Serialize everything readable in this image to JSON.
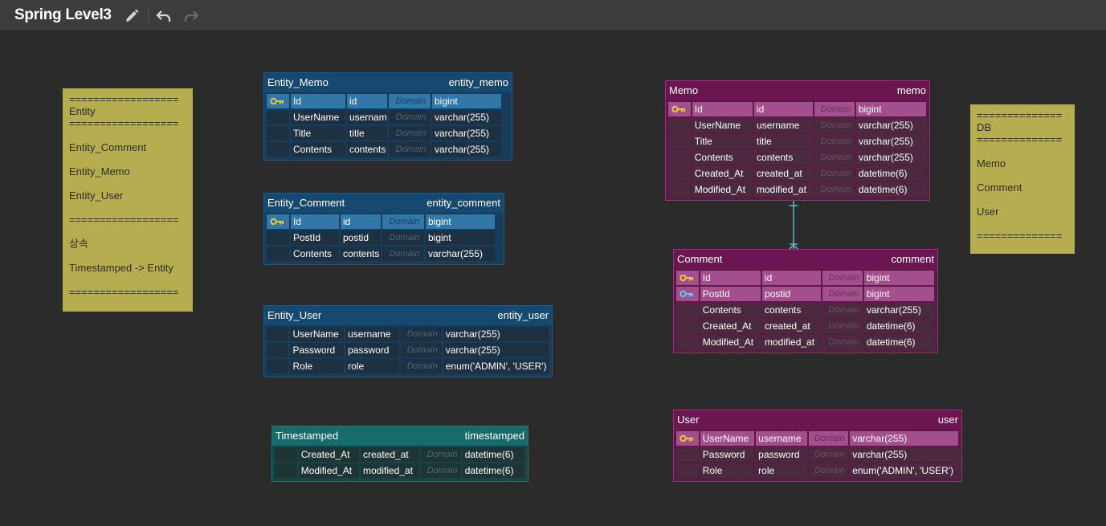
{
  "app": {
    "title": "Spring Level3"
  },
  "notes": {
    "entity": {
      "lines": [
        "==================",
        "Entity",
        "==================",
        "",
        "Entity_Comment",
        "",
        "Entity_Memo",
        "",
        "Entity_User",
        "",
        "==================",
        "",
        "상속",
        "",
        "Timestamped -> Entity",
        "",
        "=================="
      ]
    },
    "db": {
      "lines": [
        "==============",
        "DB",
        "==============",
        "",
        "Memo",
        "",
        "Comment",
        "",
        "User",
        "",
        "=============="
      ]
    }
  },
  "tables": {
    "entity_memo": {
      "name": "Entity_Memo",
      "alias": "entity_memo",
      "rows": [
        {
          "field": "Id",
          "column": "id",
          "domain": "Domain",
          "type": "bigint"
        },
        {
          "field": "UserName",
          "column": "username",
          "domain": "Domain",
          "type": "varchar(255)"
        },
        {
          "field": "Title",
          "column": "title",
          "domain": "Domain",
          "type": "varchar(255)"
        },
        {
          "field": "Contents",
          "column": "contents",
          "domain": "Domain",
          "type": "varchar(255)"
        }
      ]
    },
    "entity_comment": {
      "name": "Entity_Comment",
      "alias": "entity_comment",
      "rows": [
        {
          "field": "Id",
          "column": "id",
          "domain": "Domain",
          "type": "bigint"
        },
        {
          "field": "PostId",
          "column": "postid",
          "domain": "Domain",
          "type": "bigint"
        },
        {
          "field": "Contents",
          "column": "contents",
          "domain": "Domain",
          "type": "varchar(255)"
        }
      ]
    },
    "entity_user": {
      "name": "Entity_User",
      "alias": "entity_user",
      "rows": [
        {
          "field": "UserName",
          "column": "username",
          "domain": "Domain",
          "type": "varchar(255)"
        },
        {
          "field": "Password",
          "column": "password",
          "domain": "Domain",
          "type": "varchar(255)"
        },
        {
          "field": "Role",
          "column": "role",
          "domain": "Domain",
          "type": "enum('ADMIN', 'USER')"
        }
      ]
    },
    "timestamped": {
      "name": "Timestamped",
      "alias": "timestamped",
      "rows": [
        {
          "field": "Created_At",
          "column": "created_at",
          "domain": "Domain",
          "type": "datetime(6)"
        },
        {
          "field": "Modified_At",
          "column": "modified_at",
          "domain": "Domain",
          "type": "datetime(6)"
        }
      ]
    },
    "memo": {
      "name": "Memo",
      "alias": "memo",
      "rows": [
        {
          "field": "Id",
          "column": "id",
          "domain": "Domain",
          "type": "bigint"
        },
        {
          "field": "UserName",
          "column": "username",
          "domain": "Domain",
          "type": "varchar(255)"
        },
        {
          "field": "Title",
          "column": "title",
          "domain": "Domain",
          "type": "varchar(255)"
        },
        {
          "field": "Contents",
          "column": "contents",
          "domain": "Domain",
          "type": "varchar(255)"
        },
        {
          "field": "Created_At",
          "column": "created_at",
          "domain": "Domain",
          "type": "datetime(6)"
        },
        {
          "field": "Modified_At",
          "column": "modified_at",
          "domain": "Domain",
          "type": "datetime(6)"
        }
      ]
    },
    "comment": {
      "name": "Comment",
      "alias": "comment",
      "rows": [
        {
          "field": "Id",
          "column": "id",
          "domain": "Domain",
          "type": "bigint"
        },
        {
          "field": "PostId",
          "column": "postid",
          "domain": "Domain",
          "type": "bigint"
        },
        {
          "field": "Contents",
          "column": "contents",
          "domain": "Domain",
          "type": "varchar(255)"
        },
        {
          "field": "Created_At",
          "column": "created_at",
          "domain": "Domain",
          "type": "datetime(6)"
        },
        {
          "field": "Modified_At",
          "column": "modified_at",
          "domain": "Domain",
          "type": "datetime(6)"
        }
      ]
    },
    "user": {
      "name": "User",
      "alias": "user",
      "rows": [
        {
          "field": "UserName",
          "column": "username",
          "domain": "Domain",
          "type": "varchar(255)"
        },
        {
          "field": "Password",
          "column": "password",
          "domain": "Domain",
          "type": "varchar(255)"
        },
        {
          "field": "Role",
          "column": "role",
          "domain": "Domain",
          "type": "enum('ADMIN', 'USER')"
        }
      ]
    }
  },
  "colors": {
    "pk_key": "#e8c53a",
    "fk_key": "#5ecbe0",
    "relation_line": "#5bb8c9"
  }
}
